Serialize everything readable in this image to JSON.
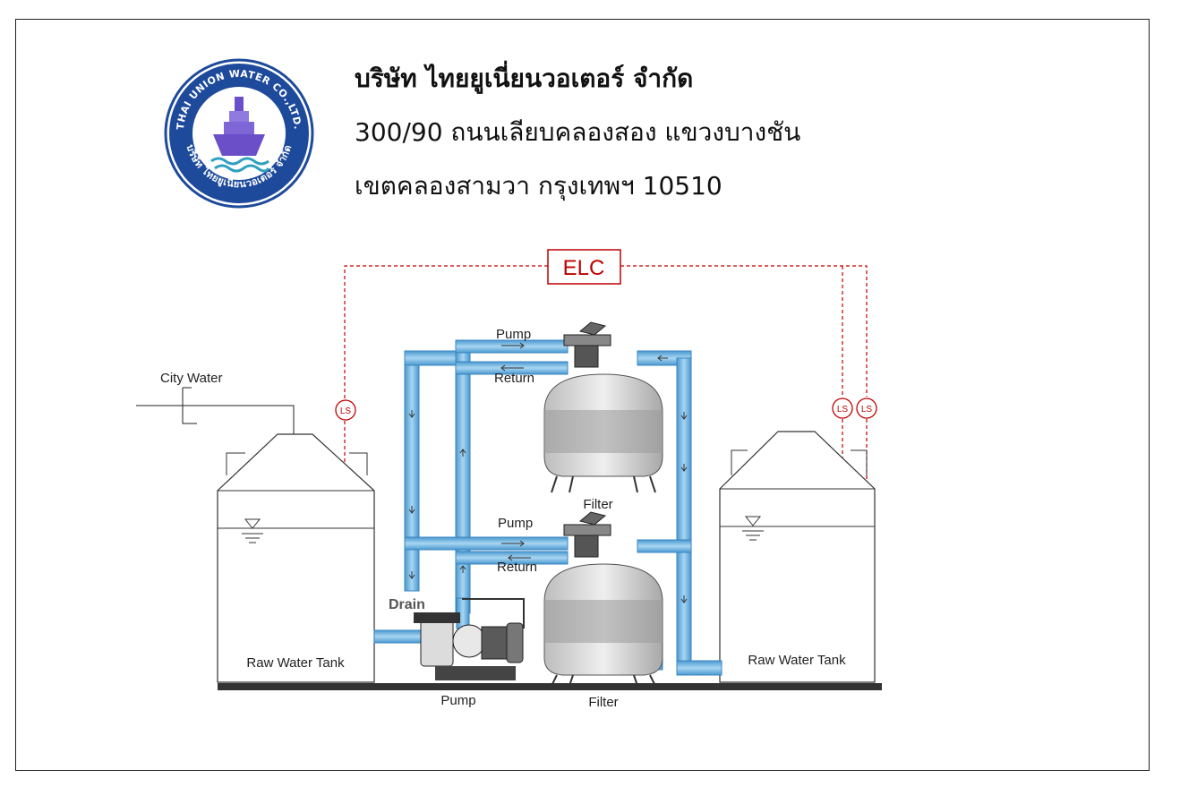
{
  "company": {
    "name": "บริษัท ไทยยูเนี่ยนวอเตอร์ จำกัด",
    "address_line1": "300/90 ถนนเลียบคลองสอง แขวงบางชัน",
    "address_line2": "เขตคลองสามวา กรุงเทพฯ 10510"
  },
  "logo": {
    "text_top": "THAI UNION WATER CO.,LTD.",
    "text_bottom": "บริษัท ไทยยูเนี่ยนวอเตอร์ จำกัด",
    "icon": "ship-icon"
  },
  "diagram": {
    "controller_label": "ELC",
    "level_switch_label": "LS",
    "city_water_label": "City Water",
    "drain_label": "Drain",
    "upper_pump_label": "Pump",
    "upper_return_label": "Return",
    "upper_filter_label": "Filter",
    "lower_pump_label": "Pump",
    "lower_return_label": "Return",
    "lower_filter_label": "Filter",
    "pump_label": "Pump",
    "left_tank_label": "Raw Water Tank",
    "right_tank_label": "Raw Water Tank"
  },
  "colors": {
    "pipe": "#66aee0",
    "pipe_edge": "#3a86c0",
    "signal": "#c00000",
    "tank_fill": "#888888",
    "logo_ring": "#1e4a9c"
  }
}
